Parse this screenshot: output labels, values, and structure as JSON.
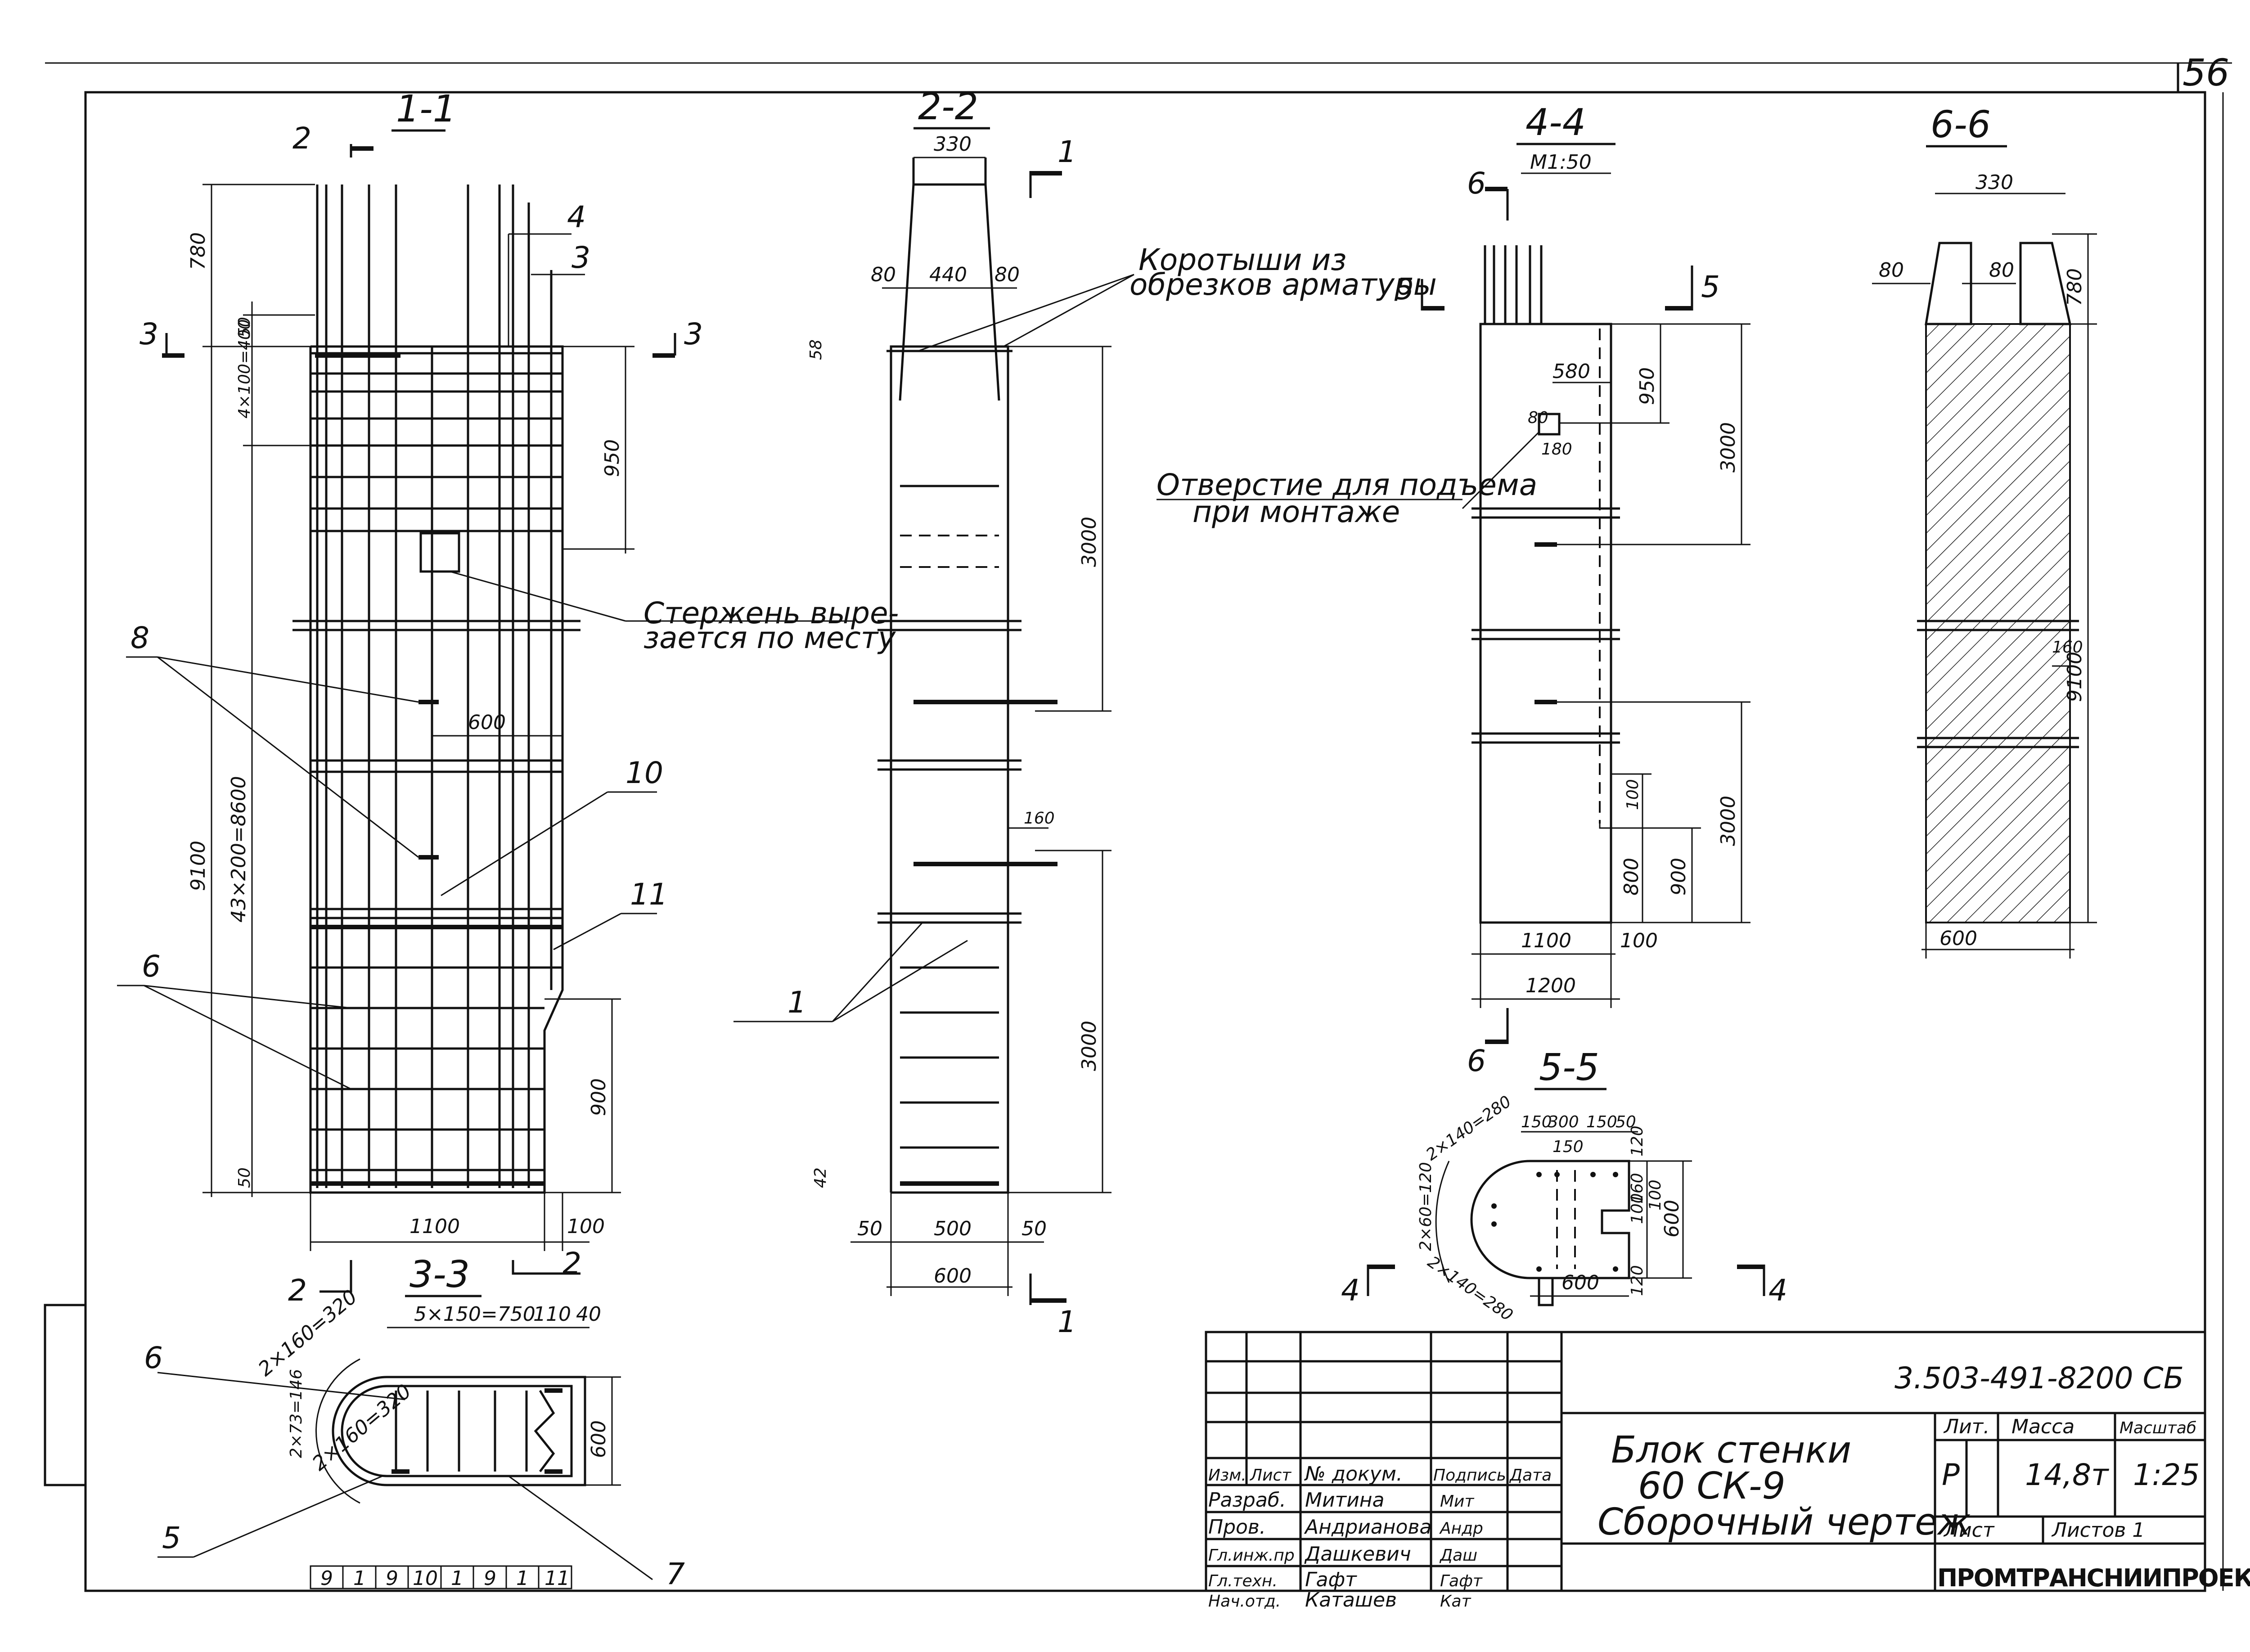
{
  "sheet_number": "56",
  "sections": {
    "s11": {
      "title": "1-1"
    },
    "s22": {
      "title": "2-2"
    },
    "s44": {
      "title": "4-4",
      "scale": "М1:50"
    },
    "s66": {
      "title": "6-6"
    },
    "s55": {
      "title": "5-5"
    },
    "s33": {
      "title": "3-3"
    }
  },
  "cut_marks": {
    "one": "1",
    "two": "2",
    "three": "3",
    "four": "4",
    "five": "5",
    "six": "6"
  },
  "positions": {
    "p1": "1",
    "p3": "3",
    "p4": "4",
    "p5": "5",
    "p6": "6",
    "p7": "7",
    "p8": "8",
    "p10": "10",
    "p11": "11"
  },
  "notes": {
    "stubs_line1": "Коротыши из",
    "stubs_line2": "обрезков арматуры",
    "bar_cut_line1": "Стержень выре-",
    "bar_cut_line2": "зается по месту",
    "hole_line1": "Отверстие для подъема",
    "hole_line2": "при монтаже"
  },
  "dims": {
    "s11": {
      "top": "780",
      "d50a": "50",
      "d50b": "50",
      "d4x100": "4×100=400",
      "d950": "950",
      "d43x200": "43×200=8600",
      "d9100": "9100",
      "d600": "600",
      "d900": "900",
      "d1100": "1100",
      "d100": "100"
    },
    "s22": {
      "d330": "330",
      "d80a": "80",
      "d440": "440",
      "d80b": "80",
      "d58": "58",
      "d3000a": "3000",
      "d3000b": "3000",
      "d160": "160",
      "d42": "42",
      "d50a": "50",
      "d500": "500",
      "d50b": "50",
      "d600": "600"
    },
    "s44": {
      "d580": "580",
      "d950": "950",
      "d3000a": "3000",
      "d80": "80",
      "d180": "180",
      "d100a": "100",
      "d3000b": "3000",
      "d800": "800",
      "d900": "900",
      "d1100": "1100",
      "d100b": "100",
      "d1200": "1200"
    },
    "s66": {
      "d330": "330",
      "d80a": "80",
      "d80b": "80",
      "d780": "780",
      "d160": "160",
      "d9100": "9100",
      "d600": "600"
    },
    "s55": {
      "d150a": "150",
      "d300": "300",
      "d150b": "150",
      "d50": "50",
      "d150c": "150",
      "d2x140a": "2×140=280",
      "d2x60": "2×60=120",
      "d2x140b": "2×140=280",
      "d120a": "120",
      "d160": "160",
      "d100a": "100",
      "d100b": "100",
      "d600a": "600",
      "d120b": "120",
      "d600b": "600"
    },
    "s33": {
      "d5x150": "5×150=750",
      "d110": "110",
      "d40": "40",
      "d2x160a": "2×160=320",
      "d2x73": "2×73=146",
      "d2x160b": "2×160=320",
      "d600": "600"
    }
  },
  "legend_strip": [
    "9",
    "1",
    "9",
    "10",
    "1",
    "9",
    "1",
    "11"
  ],
  "title_block": {
    "doc_code": "3.503-491-8200 СБ",
    "name_line1": "Блок стенки",
    "name_line2": "60 СК-9",
    "name_line3": "Сборочный чертеж",
    "header": {
      "izm": "Изм.",
      "list": "Лист",
      "doc_no": "№ докум.",
      "sign": "Подпись",
      "date": "Дата"
    },
    "staff": [
      {
        "role": "Разраб.",
        "name": "Митина",
        "sign": "Мит"
      },
      {
        "role": "Пров.",
        "name": "Андрианова",
        "sign": "Андр"
      },
      {
        "role": "Гл.инж.пр",
        "name": "Дашкевич",
        "sign": "Даш"
      },
      {
        "role": "Гл.техн.",
        "name": "Гафт",
        "sign": "Гафт"
      },
      {
        "role": "Нач.отд.",
        "name": "Каташев",
        "sign": "Кат"
      }
    ],
    "lit_label": "Лит.",
    "mass_label": "Масса",
    "scale_label": "Масштаб",
    "lit_value": "Р",
    "mass_value": "14,8т",
    "scale_value": "1:25",
    "sheet_label": "Лист",
    "sheets_label": "Листов 1",
    "org": "ПРОМТРАНСНИИПРОЕКТ"
  }
}
